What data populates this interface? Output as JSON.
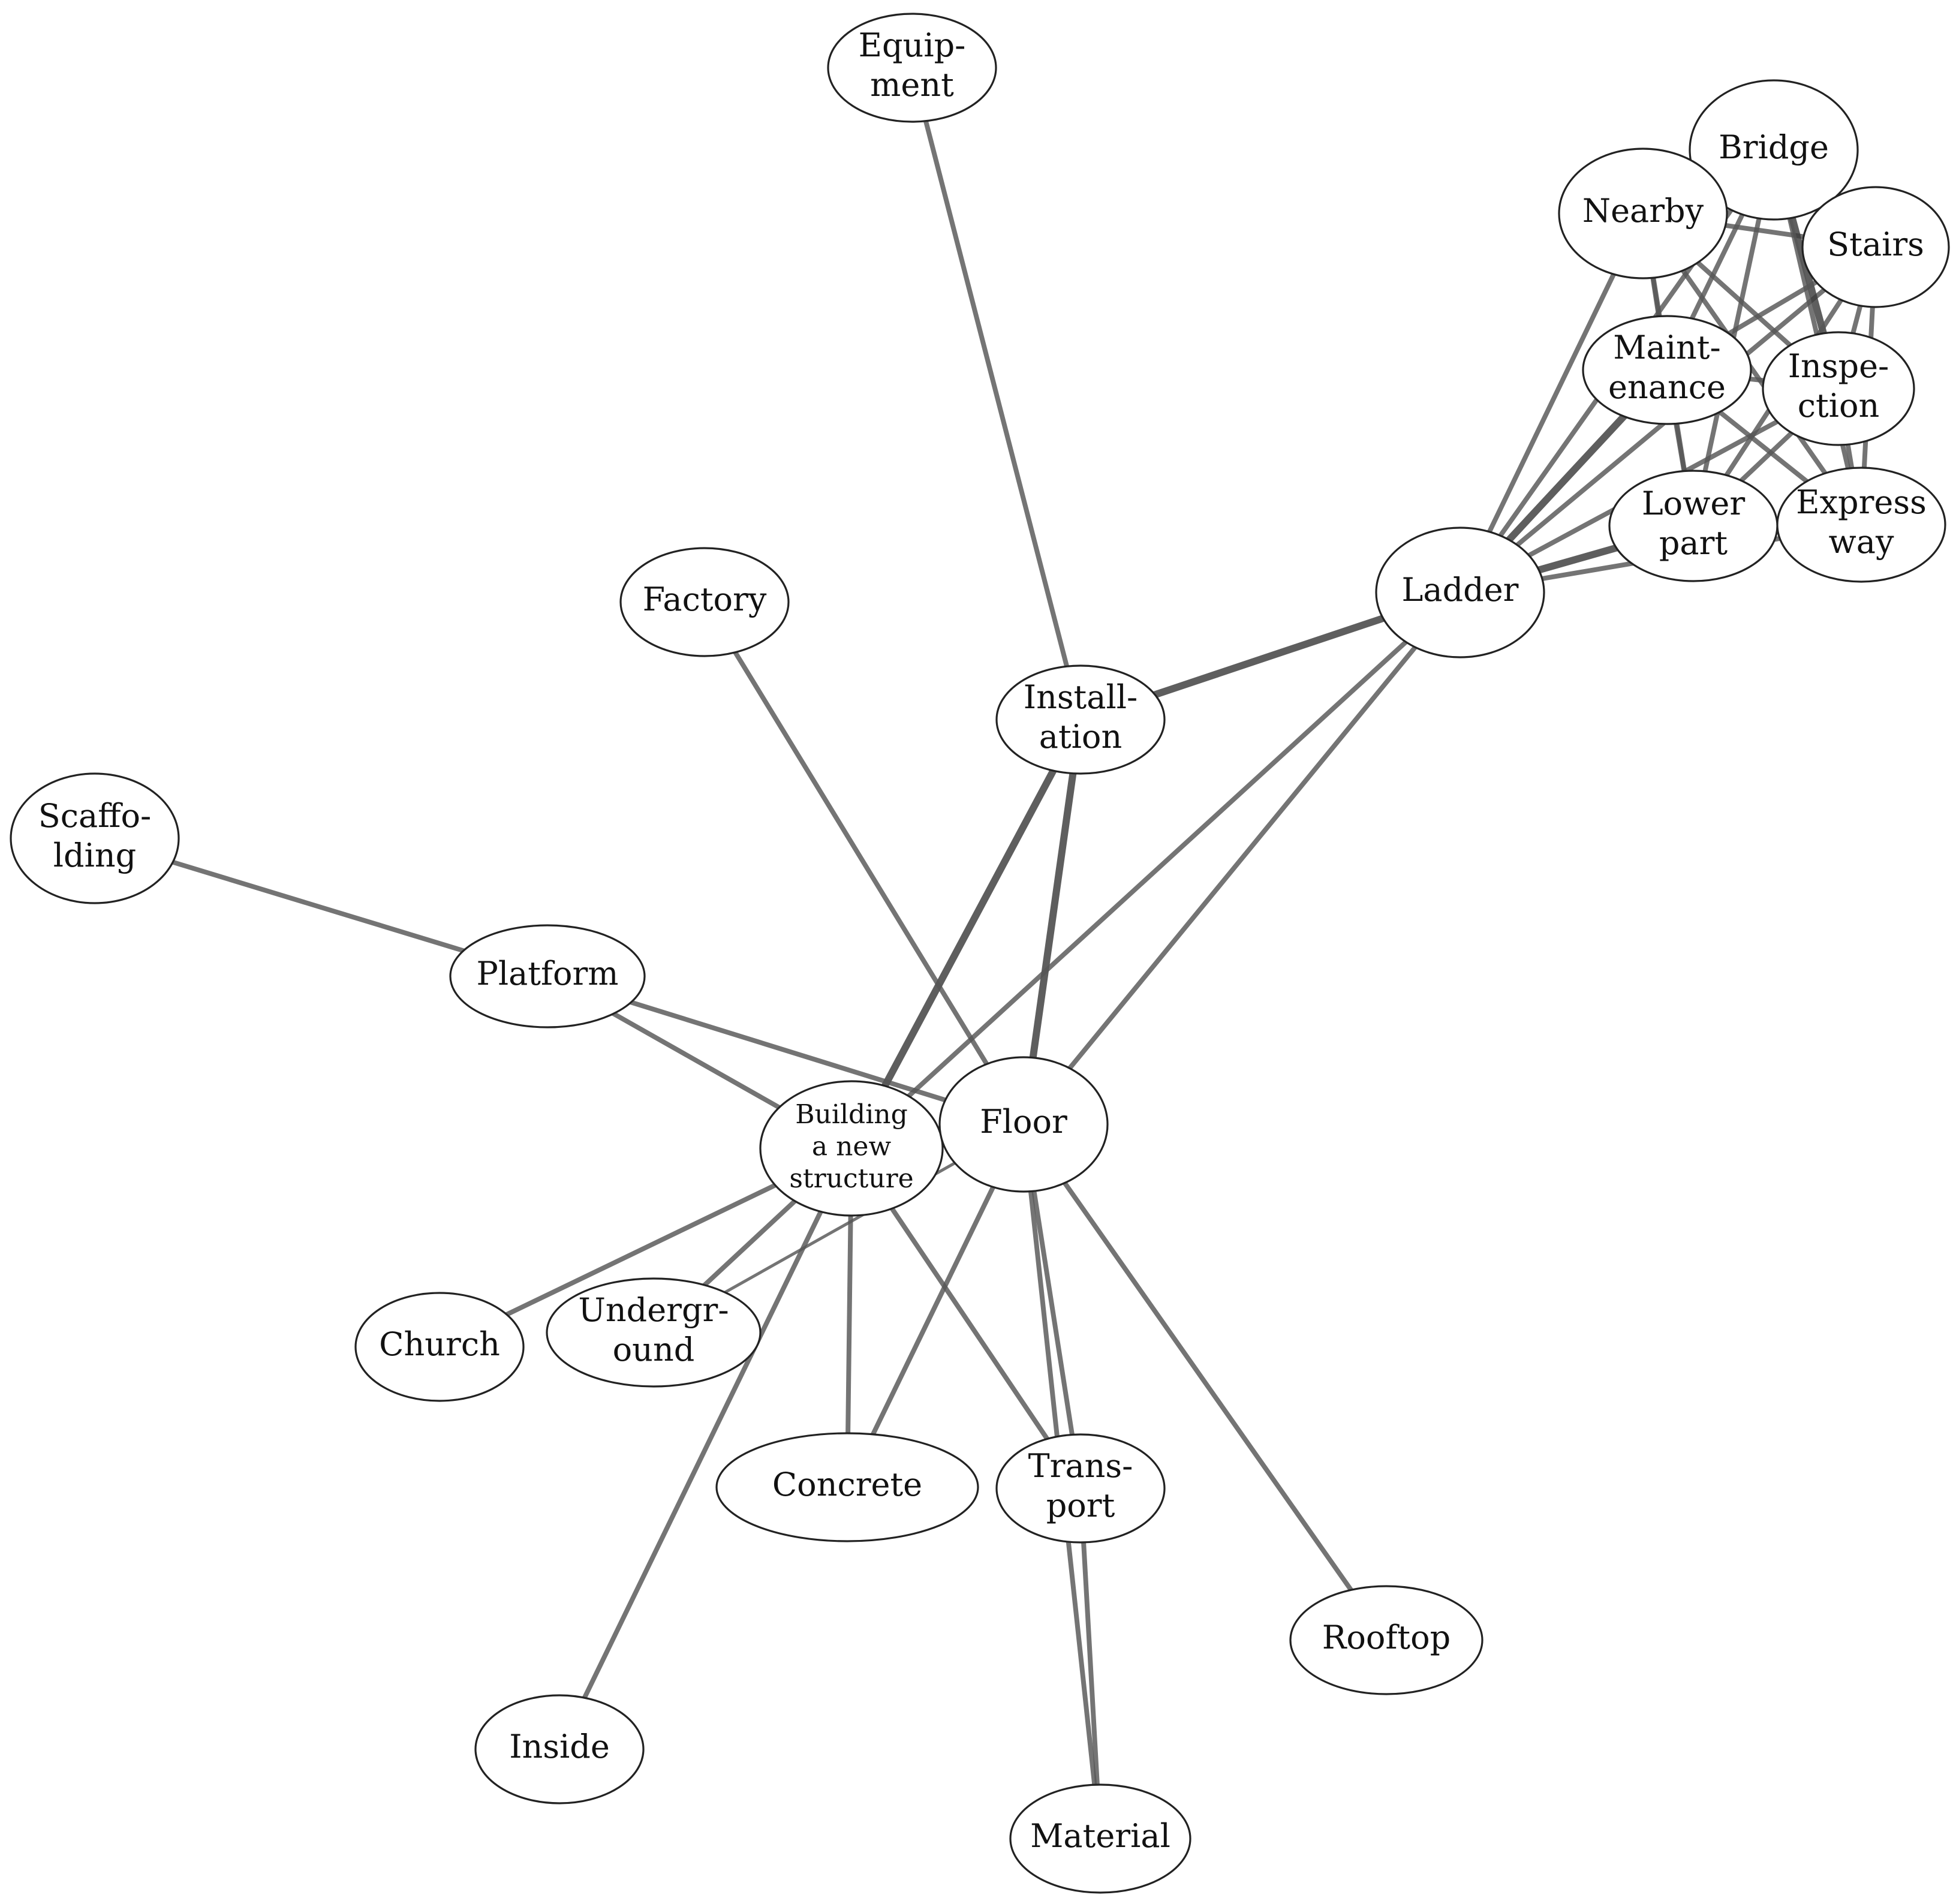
{
  "colors": {
    "edge": "#555555",
    "edge_strong": "#3a3a3a",
    "node_fill": "#ffffff",
    "node_stroke": "#222222",
    "text": "#111111"
  },
  "nodes": [
    {
      "id": "equipment",
      "lines": [
        "Equip-",
        "ment"
      ]
    },
    {
      "id": "bridge",
      "lines": [
        "Bridge"
      ]
    },
    {
      "id": "nearby",
      "lines": [
        "Nearby"
      ]
    },
    {
      "id": "stairs",
      "lines": [
        "Stairs"
      ]
    },
    {
      "id": "maintenance",
      "lines": [
        "Maint-",
        "enance"
      ]
    },
    {
      "id": "inspection",
      "lines": [
        "Inspe-",
        "ction"
      ]
    },
    {
      "id": "lower_part",
      "lines": [
        "Lower",
        "part"
      ]
    },
    {
      "id": "expressway",
      "lines": [
        "Express",
        "way"
      ]
    },
    {
      "id": "ladder",
      "lines": [
        "Ladder"
      ]
    },
    {
      "id": "factory",
      "lines": [
        "Factory"
      ]
    },
    {
      "id": "installation",
      "lines": [
        "Install-",
        "ation"
      ]
    },
    {
      "id": "scaffolding",
      "lines": [
        "Scaffo-",
        "lding"
      ]
    },
    {
      "id": "platform",
      "lines": [
        "Platform"
      ]
    },
    {
      "id": "building",
      "lines": [
        "Building",
        "a new",
        "structure"
      ]
    },
    {
      "id": "floor",
      "lines": [
        "Floor"
      ]
    },
    {
      "id": "church",
      "lines": [
        "Church"
      ]
    },
    {
      "id": "underground",
      "lines": [
        "Undergr-",
        "ound"
      ]
    },
    {
      "id": "concrete",
      "lines": [
        "Concrete"
      ]
    },
    {
      "id": "transport",
      "lines": [
        "Trans-",
        "port"
      ]
    },
    {
      "id": "rooftop",
      "lines": [
        "Rooftop"
      ]
    },
    {
      "id": "inside",
      "lines": [
        "Inside"
      ]
    },
    {
      "id": "material",
      "lines": [
        "Material"
      ]
    }
  ],
  "edges": [
    {
      "from": "equipment",
      "to": "installation",
      "weight": 2
    },
    {
      "from": "installation",
      "to": "ladder",
      "weight": 3
    },
    {
      "from": "installation",
      "to": "building",
      "weight": 3
    },
    {
      "from": "installation",
      "to": "floor",
      "weight": 3
    },
    {
      "from": "ladder",
      "to": "building",
      "weight": 2
    },
    {
      "from": "ladder",
      "to": "floor",
      "weight": 2
    },
    {
      "from": "factory",
      "to": "floor",
      "weight": 2
    },
    {
      "from": "scaffolding",
      "to": "platform",
      "weight": 2
    },
    {
      "from": "platform",
      "to": "building",
      "weight": 2
    },
    {
      "from": "platform",
      "to": "floor",
      "weight": 2
    },
    {
      "from": "building",
      "to": "floor",
      "weight": 2
    },
    {
      "from": "building",
      "to": "church",
      "weight": 2
    },
    {
      "from": "building",
      "to": "underground",
      "weight": 2
    },
    {
      "from": "floor",
      "to": "underground",
      "weight": 1
    },
    {
      "from": "building",
      "to": "concrete",
      "weight": 2
    },
    {
      "from": "floor",
      "to": "concrete",
      "weight": 2
    },
    {
      "from": "building",
      "to": "transport",
      "weight": 2
    },
    {
      "from": "building",
      "to": "inside",
      "weight": 2
    },
    {
      "from": "floor",
      "to": "transport",
      "weight": 2
    },
    {
      "from": "floor",
      "to": "material",
      "weight": 2
    },
    {
      "from": "transport",
      "to": "material",
      "weight": 2
    },
    {
      "from": "floor",
      "to": "rooftop",
      "weight": 2
    },
    {
      "from": "ladder",
      "to": "nearby",
      "weight": 2
    },
    {
      "from": "ladder",
      "to": "bridge",
      "weight": 2
    },
    {
      "from": "ladder",
      "to": "stairs",
      "weight": 2
    },
    {
      "from": "ladder",
      "to": "maintenance",
      "weight": 3
    },
    {
      "from": "ladder",
      "to": "inspection",
      "weight": 2
    },
    {
      "from": "ladder",
      "to": "lower_part",
      "weight": 3
    },
    {
      "from": "ladder",
      "to": "expressway",
      "weight": 2
    },
    {
      "from": "nearby",
      "to": "bridge",
      "weight": 2
    },
    {
      "from": "nearby",
      "to": "stairs",
      "weight": 2
    },
    {
      "from": "nearby",
      "to": "maintenance",
      "weight": 2
    },
    {
      "from": "nearby",
      "to": "inspection",
      "weight": 2
    },
    {
      "from": "nearby",
      "to": "lower_part",
      "weight": 2
    },
    {
      "from": "nearby",
      "to": "expressway",
      "weight": 2
    },
    {
      "from": "bridge",
      "to": "stairs",
      "weight": 2
    },
    {
      "from": "bridge",
      "to": "maintenance",
      "weight": 2
    },
    {
      "from": "bridge",
      "to": "inspection",
      "weight": 3
    },
    {
      "from": "bridge",
      "to": "lower_part",
      "weight": 2
    },
    {
      "from": "bridge",
      "to": "expressway",
      "weight": 2
    },
    {
      "from": "stairs",
      "to": "maintenance",
      "weight": 2
    },
    {
      "from": "stairs",
      "to": "inspection",
      "weight": 2
    },
    {
      "from": "stairs",
      "to": "lower_part",
      "weight": 2
    },
    {
      "from": "stairs",
      "to": "expressway",
      "weight": 2
    },
    {
      "from": "maintenance",
      "to": "inspection",
      "weight": 2
    },
    {
      "from": "maintenance",
      "to": "lower_part",
      "weight": 2
    },
    {
      "from": "maintenance",
      "to": "expressway",
      "weight": 2
    },
    {
      "from": "inspection",
      "to": "lower_part",
      "weight": 2
    },
    {
      "from": "inspection",
      "to": "expressway",
      "weight": 2
    },
    {
      "from": "lower_part",
      "to": "expressway",
      "weight": 2
    }
  ]
}
